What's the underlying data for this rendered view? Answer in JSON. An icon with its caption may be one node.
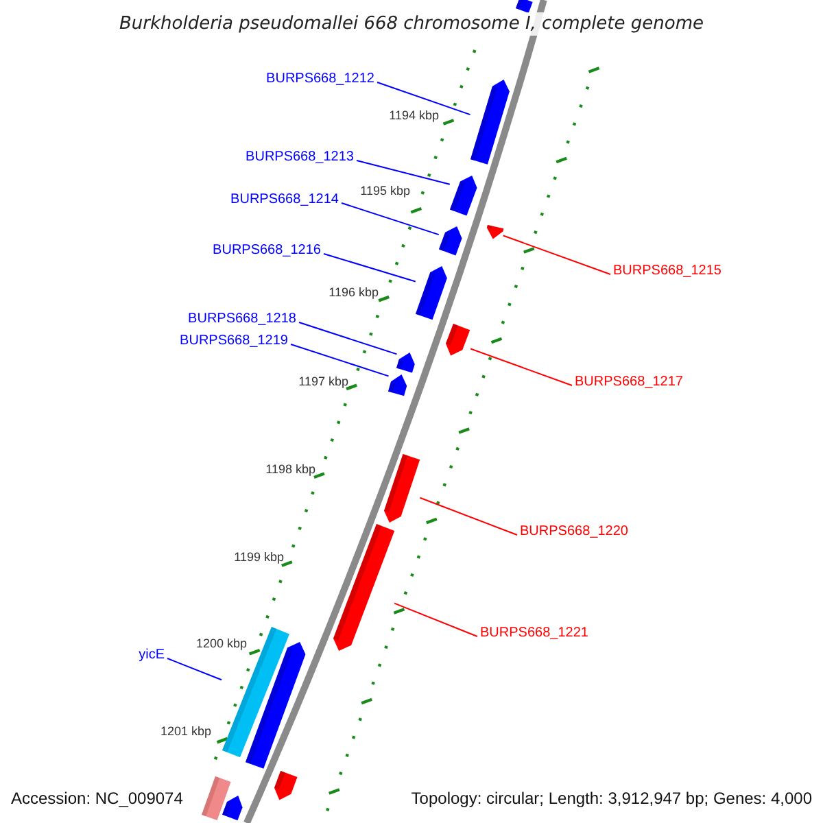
{
  "diagram": {
    "title": "Burkholderia pseudomallei 668 chromosome I, complete genome",
    "nodes": [
      {
        "text": [],
        "shape": "bar"
      },
      {
        "text": [
          "BURPS668_1212"
        ]
      },
      {
        "text": [],
        "shape": "bar"
      },
      {
        "text": [
          "BURPS668_1213"
        ]
      },
      {
        "text": [],
        "shape": "bar"
      },
      {
        "text": [
          "BURPS668_1214"
        ]
      },
      {
        "text": [],
        "shape": "bar"
      },
      {
        "text": [],
        "shape": "bar"
      },
      {
        "text": [
          "BURPS668_1215"
        ]
      },
      {
        "text": [
          "BURPS668_1216"
        ]
      },
      {
        "text": [],
        "shape": "bar"
      },
      {
        "text": [],
        "shape": "bar"
      },
      {
        "text": [
          "BURPS668_1217"
        ]
      },
      {
        "text": [
          "BURPS668_1218"
        ]
      },
      {
        "text": [],
        "shape": "bar"
      },
      {
        "text": [
          "BURPS668_1219"
        ]
      },
      {
        "text": [],
        "shape": "bar"
      },
      {
        "text": [],
        "shape": "bar"
      },
      {
        "text": [
          "BURPS668_1220"
        ]
      },
      {
        "text": [],
        "shape": "bar"
      },
      {
        "text": [
          "BURPS668_1221"
        ]
      },
      {
        "text": [
          "yicE"
        ]
      },
      {
        "text": [],
        "shape": "bar"
      },
      {
        "text": [],
        "shape": "bar"
      },
      {
        "text": [],
        "shape": "bar"
      },
      {
        "text": [],
        "shape": "bar"
      },
      {
        "text": [],
        "shape": "bar"
      }
    ],
    "edges": [
      {
        "from": 1,
        "to": 2,
        "arrow": "none"
      },
      {
        "from": 3,
        "to": 4,
        "arrow": "none"
      },
      {
        "from": 5,
        "to": 6,
        "arrow": "none"
      },
      {
        "from": 8,
        "to": 7,
        "arrow": "none",
        "color": "#ff0000"
      },
      {
        "from": 9,
        "to": 10,
        "arrow": "none"
      },
      {
        "from": 12,
        "to": 11,
        "arrow": "none",
        "color": "#ff0000"
      },
      {
        "from": 13,
        "to": 14,
        "arrow": "none"
      },
      {
        "from": 15,
        "to": 16,
        "arrow": "none"
      },
      {
        "from": 18,
        "to": 17,
        "arrow": "none",
        "color": "#ff0000"
      },
      {
        "from": 20,
        "to": 19,
        "arrow": "none",
        "color": "#ff0000"
      },
      {
        "from": 21,
        "to": 22,
        "arrow": "none"
      }
    ],
    "labels": [
      "1194 kbp",
      "1195 kbp",
      "1196 kbp",
      "1197 kbp",
      "1198 kbp",
      "1199 kbp",
      "1200 kbp",
      "1201 kbp",
      "Accession: NC_009074",
      "Topology: circular; Length: 3,912,947 bp; Genes: 4,000"
    ]
  }
}
